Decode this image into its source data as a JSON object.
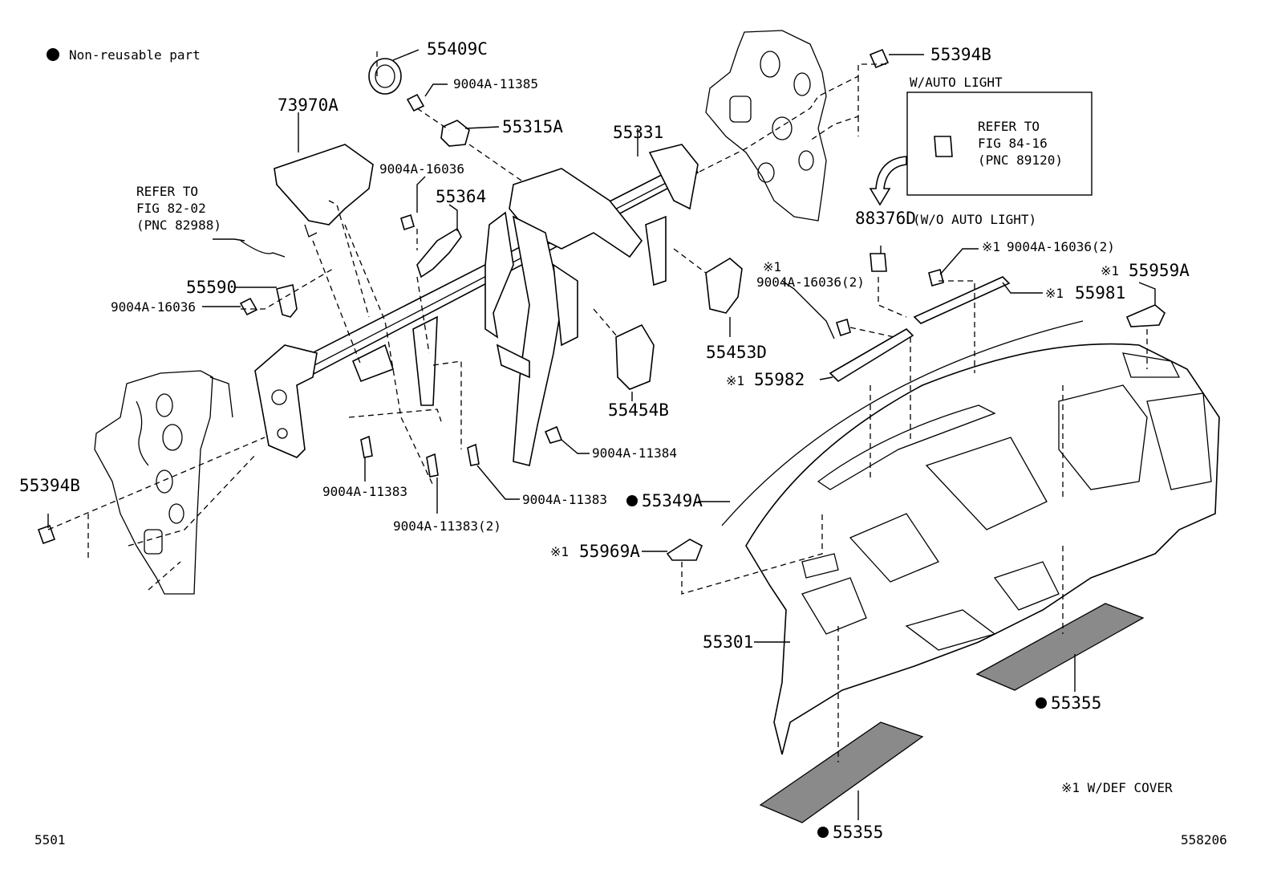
{
  "legend": {
    "dot_label": "Non-reusable part",
    "note_1": "※1 W/DEF COVER"
  },
  "footer": {
    "left_code": "5501",
    "right_code": "558206"
  },
  "inset": {
    "title": "W/AUTO LIGHT",
    "refer_1": "REFER TO",
    "refer_2": "FIG 84-16",
    "refer_3": "(PNC 89120)"
  },
  "refer_left": {
    "l1": "REFER TO",
    "l2": "FIG 82-02",
    "l3": "(PNC 82988)"
  },
  "parts": {
    "p55409C": "55409C",
    "p9004A_11385": "9004A-11385",
    "p55315A": "55315A",
    "p73970A": "73970A",
    "p9004A_16036_top": "9004A-16036",
    "p55364": "55364",
    "p55331": "55331",
    "p55394B_top": "55394B",
    "p88376D": "88376D",
    "p88376D_note": "(W/O AUTO LIGHT)",
    "p9004A_16036_2_right": "9004A-16036(2)",
    "p9004A_16036_2_mid_mark": "※1",
    "p9004A_16036_2_mid": "9004A-16036(2)",
    "p55959A": "55959A",
    "p55981": "55981",
    "p55590": "55590",
    "p9004A_16036_left": "9004A-16036",
    "p55453D": "55453D",
    "p55982": "55982",
    "p55454B": "55454B",
    "p9004A_11384": "9004A-11384",
    "p55394B_left": "55394B",
    "p9004A_11383_a": "9004A-11383",
    "p9004A_11383_b": "9004A-11383",
    "p55349A": "55349A",
    "p9004A_11383_2": "9004A-11383(2)",
    "p55969A": "55969A",
    "p55301": "55301",
    "p55355_right": "55355",
    "p55355_bottom": "55355",
    "mark_x1": "※1"
  }
}
